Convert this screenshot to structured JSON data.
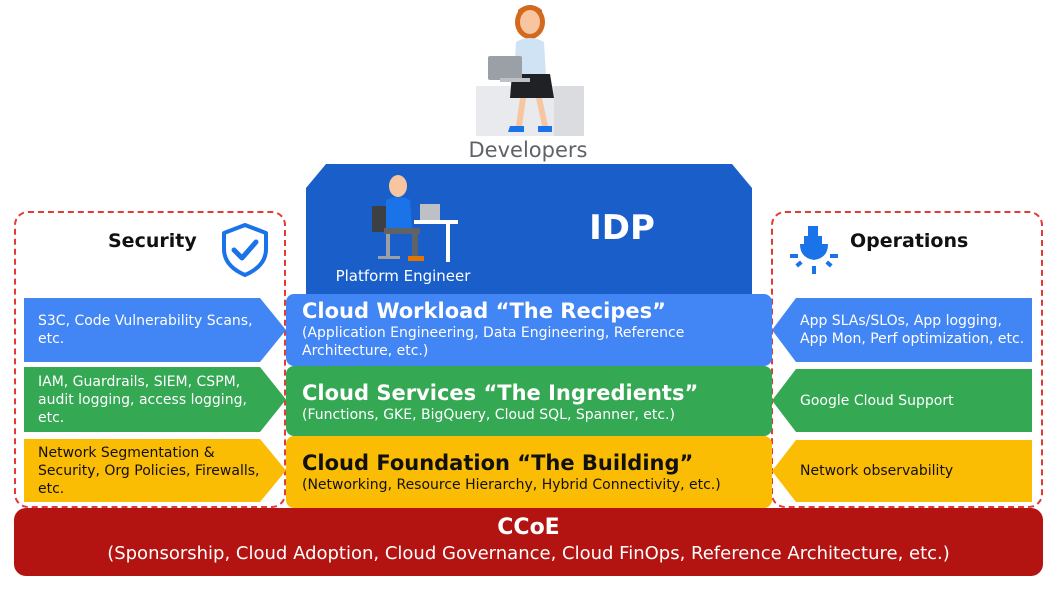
{
  "developers": {
    "label": "Developers",
    "icon": "developer-woman-laptop-icon"
  },
  "idp": {
    "title": "IDP",
    "platform_engineer_label": "Platform Engineer",
    "icon": "platform-engineer-desk-icon"
  },
  "security": {
    "title": "Security",
    "icon": "shield-check-icon",
    "items": [
      "S3C, Code Vulnerability Scans, etc.",
      "IAM, Guardrails, SIEM, CSPM, audit logging, access logging, etc.",
      "Network Segmentation & Security, Org Policies, Firewalls, etc."
    ]
  },
  "operations": {
    "title": "Operations",
    "icon": "lightbulb-icon",
    "items": [
      "App SLAs/SLOs, App logging, App Mon, Perf optimization, etc.",
      "Google Cloud Support",
      "Network observability"
    ]
  },
  "layers": {
    "workload": {
      "title": "Cloud Workload",
      "tag": "“The Recipes”",
      "desc": "(Application Engineering, Data Engineering, Reference Architecture, etc.)"
    },
    "services": {
      "title": "Cloud Services",
      "tag": "“The Ingredients”",
      "desc": "(Functions, GKE, BigQuery, Cloud SQL, Spanner, etc.)"
    },
    "foundation": {
      "title": "Cloud Foundation",
      "tag": "“The Building”",
      "desc": "(Networking, Resource Hierarchy, Hybrid Connectivity, etc.)"
    }
  },
  "ccoe": {
    "title": "CCoE",
    "subtitle": "(Sponsorship, Cloud Adoption, Cloud Governance, Cloud FinOps, Reference Architecture, etc.)"
  },
  "colors": {
    "blue": "#4285f4",
    "green": "#34a853",
    "yellow": "#fbbc04",
    "red": "#b31412",
    "idp_blue": "#1a5fc9",
    "dashed": "#e53935"
  }
}
